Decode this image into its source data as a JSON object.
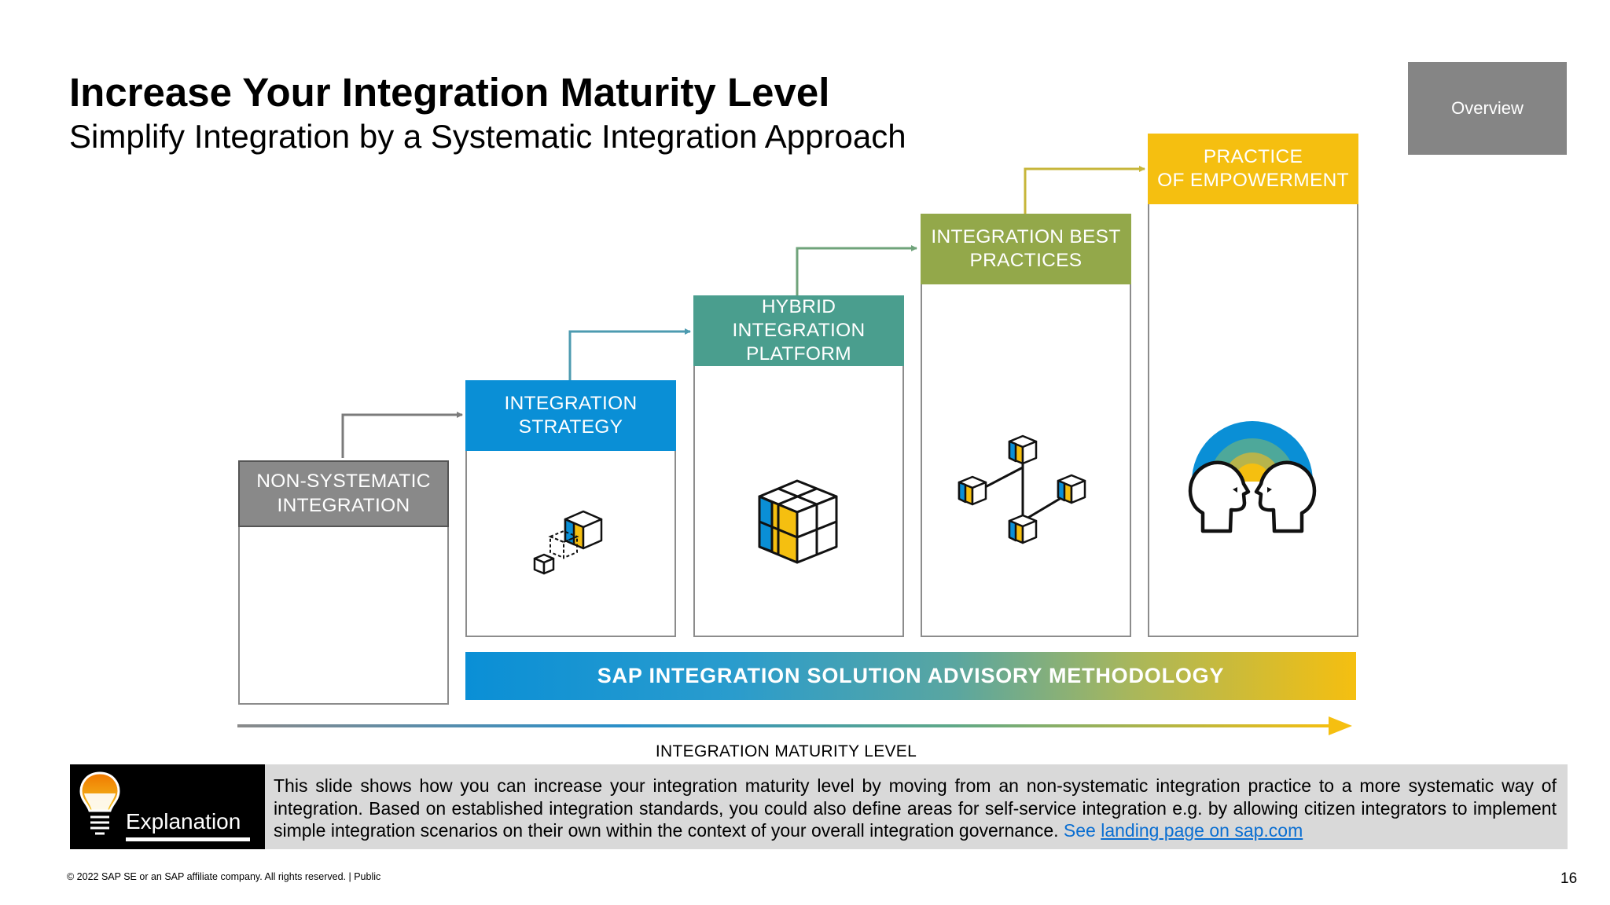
{
  "slide": {
    "title": "Increase Your Integration Maturity Level",
    "subtitle": "Simplify Integration by a Systematic Integration Approach",
    "overview_button": "Overview"
  },
  "stages": [
    {
      "line1": "NON-SYSTEMATIC",
      "line2": "INTEGRATION",
      "line3": "",
      "color": "#898989"
    },
    {
      "line1": "INTEGRATION",
      "line2": "STRATEGY",
      "line3": "",
      "color": "#0a8fd6"
    },
    {
      "line1": "HYBRID",
      "line2": "INTEGRATION",
      "line3": "PLATFORM",
      "color": "#4a9e8e"
    },
    {
      "line1": "INTEGRATION BEST",
      "line2": "PRACTICES",
      "line3": "",
      "color": "#93a84a"
    },
    {
      "line1": "PRACTICE",
      "line2": "OF EMPOWERMENT",
      "line3": "",
      "color": "#f5bf10"
    }
  ],
  "stage_icons": [
    "small-cubes-icon",
    "cube-stack-icon",
    "cube-network-icon",
    "two-heads-icon"
  ],
  "methodology_banner": "SAP INTEGRATION SOLUTION ADVISORY METHODOLOGY",
  "axis_label": "INTEGRATION  MATURITY LEVEL",
  "explanation": {
    "label": "Explanation",
    "icon": "lightbulb-icon",
    "text": "This slide shows how you can increase your integration maturity level by moving from an non-systematic integration practice to a more systematic way of integration. Based on established integration standards, you could also define areas for self-service integration e.g. by allowing citizen integrators to implement simple integration scenarios on their own within the context of your overall integration governance.",
    "see_text": "See",
    "link_text": "landing page on sap.com"
  },
  "footer": {
    "copyright": "© 2022 SAP SE or an SAP affiliate company. All rights reserved. | Public",
    "page_number": "16"
  }
}
